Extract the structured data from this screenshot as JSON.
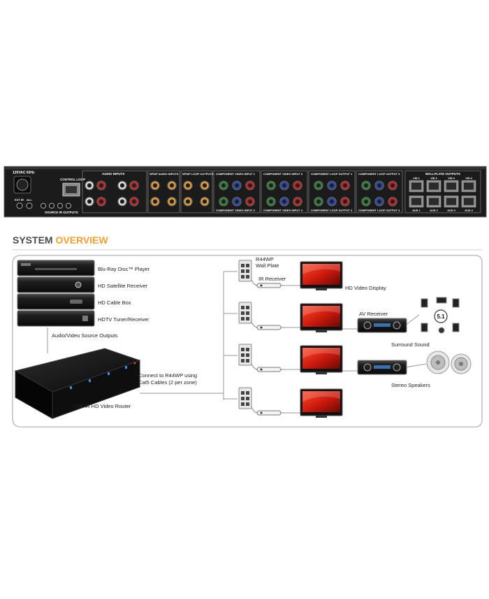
{
  "rear_panel": {
    "power_label": "120VAC 60Hz",
    "ir_labels": [
      "EXT IR",
      "ALL"
    ],
    "source_ir_label": "SOURCE IR OUTPUTS",
    "control_loop_label": "CONTROL LOOP",
    "audio_inputs_label": "AUDIO INPUTS",
    "spdif_inputs_label": "SPDIF AUDIO INPUTS",
    "spdif_loop_label": "SPDIF LOOP OUTPUTS",
    "comp_in1_label": "COMPONENT VIDEO INPUT 1",
    "comp_in2_label": "COMPONENT VIDEO INPUT 2",
    "comp_in3_label": "COMPONENT VIDEO INPUT 3",
    "comp_in4_label": "COMPONENT VIDEO INPUT 4",
    "comp_loop1_label": "COMPONENT LOOP OUTPUT 1",
    "comp_loop2_label": "COMPONENT LOOP OUTPUT 2",
    "comp_loop3_label": "COMPONENT LOOP OUTPUT 3",
    "comp_loop4_label": "COMPONENT LOOP OUTPUT 4",
    "wallplate_label": "WALLPLATE OUTPUTS",
    "wallplate_top": [
      "VID 1",
      "VID 2",
      "VID 3",
      "VID 4"
    ],
    "wallplate_bottom": [
      "AUD 1",
      "AUD 2",
      "AUD 3",
      "AUD 4"
    ],
    "colors": {
      "red": "#d32020",
      "green": "#2e8b3a",
      "blue": "#2b4fb8",
      "white": "#e8e8e8",
      "orange": "#e8a33a"
    }
  },
  "overview": {
    "title_prefix": "SYSTEM ",
    "title_accent": "OVERVIEW",
    "title_color": "#4a4a4a",
    "accent_color": "#f0a030",
    "sources": [
      "Blu-Ray Disc™ Player",
      "HD Satellite Receiver",
      "HD Cable Box",
      "HDTV Tuner/Receiver"
    ],
    "source_outputs_label": "Audio/Video Source Outputs",
    "router_label": "HDR44 HD Video Router",
    "cat5_line1": "Connect to R44WP using",
    "cat5_line2": "Cat5 Cables (2 per zone)",
    "wallplate_line1": "R44WP",
    "wallplate_line2": "Wall Plate",
    "ir_receiver_label": "IR Receiver",
    "hd_display_label": "HD Video Display",
    "av_receiver_label": "AV Receiver",
    "surround_label": "Surround Sound",
    "stereo_label": "Stereo Speakers",
    "surround_badge": "5.1"
  }
}
